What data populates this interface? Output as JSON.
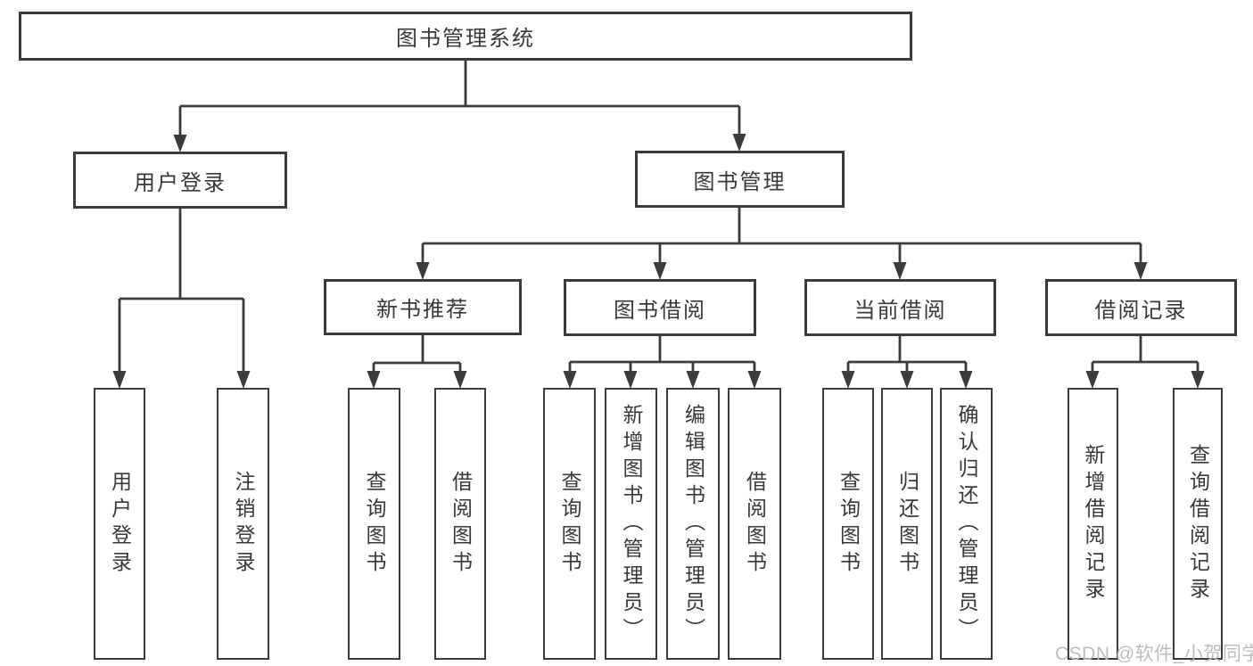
{
  "diagram_title": "图书管理系统",
  "colors": {
    "background": "#ffffff",
    "line": "#3b3b3b",
    "box_border": "#3b3b3b",
    "text": "#383838",
    "watermark": "#bcbcbc"
  },
  "nodes": {
    "root": "图书管理系统",
    "userLogin": "用户登录",
    "bookMgmt": "图书管理",
    "newBookRec": "新书推荐",
    "bookBorrow": "图书借阅",
    "currentBorrow": "当前借阅",
    "borrowRecord": "借阅记录",
    "leafUserLogin": "用户登录",
    "leafLogout": "注销登录",
    "leafQueryBookA": "查询图书",
    "leafBorrowBookA": "借阅图书",
    "leafQueryBookB": "查询图书",
    "leafAddBook": "新增图书（管理员）",
    "leafEditBook": "编辑图书（管理员）",
    "leafBorrowBookB": "借阅图书",
    "leafQueryBookC": "查询图书",
    "leafReturnBook": "归还图书",
    "leafConfirmReturn": "确认归还（管理员）",
    "leafAddRecord": "新增借阅记录",
    "leafQueryRecord": "查询借阅记录"
  },
  "hierarchy": {
    "图书管理系统": {
      "用户登录": [
        "用户登录",
        "注销登录"
      ],
      "图书管理": {
        "新书推荐": [
          "查询图书",
          "借阅图书"
        ],
        "图书借阅": [
          "查询图书",
          "新增图书（管理员）",
          "编辑图书（管理员）",
          "借阅图书"
        ],
        "当前借阅": [
          "查询图书",
          "归还图书",
          "确认归还（管理员）"
        ],
        "借阅记录": [
          "新增借阅记录",
          "查询借阅记录"
        ]
      }
    }
  },
  "watermark": "CSDN @软件_小贺同学"
}
